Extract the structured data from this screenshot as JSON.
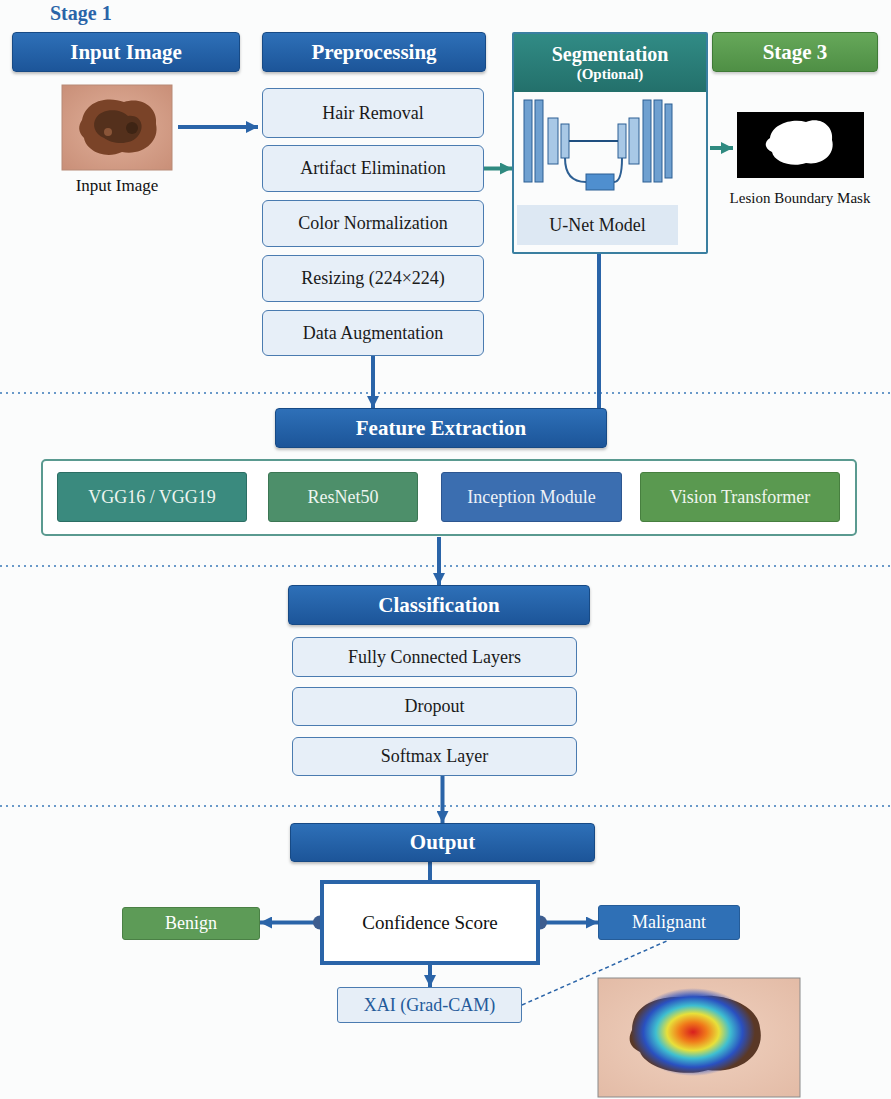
{
  "diagram": {
    "nodes": [
      {
        "text": [
          "Input Image"
        ]
      },
      {
        "text": [
          "Preprocessing"
        ]
      },
      {
        "text": [
          "Segmentation",
          "(Optional)"
        ]
      },
      {
        "text": [
          "U-Net Model"
        ],
        "in": 2
      },
      {
        "text": [
          "Stage 3"
        ]
      },
      {
        "text": [
          "Hair Removal"
        ]
      },
      {
        "text": [
          "Artifact Elimination"
        ]
      },
      {
        "text": [
          "Color Normalization"
        ]
      },
      {
        "text": [
          "Resizing (224×224)"
        ]
      },
      {
        "text": [
          "Data Augmentation"
        ]
      },
      {
        "text": [
          "Feature Extraction"
        ]
      },
      {
        "text": [
          "VGG16 / VGG19"
        ]
      },
      {
        "text": [
          "ResNet50"
        ]
      },
      {
        "text": [
          "Inception Module"
        ]
      },
      {
        "text": [
          "Vision Transformer"
        ]
      },
      {
        "text": [
          "Classification"
        ]
      },
      {
        "text": [
          "Fully Connected Layers"
        ]
      },
      {
        "text": [
          "Dropout"
        ]
      },
      {
        "text": [
          "Softmax Layer"
        ]
      },
      {
        "text": [
          "Output"
        ]
      },
      {
        "text": [
          "Confidence Score"
        ]
      },
      {
        "text": [
          "Benign"
        ]
      },
      {
        "text": [
          "Malignant"
        ]
      },
      {
        "text": [
          "XAI (Grad-CAM)"
        ]
      }
    ],
    "edges": [
      {
        "from": 6,
        "to": 2,
        "arrow": "to"
      },
      {
        "from": 9,
        "to": 10,
        "arrow": "to"
      },
      {
        "from": 2,
        "to": 10,
        "arrow": "none"
      },
      {
        "from": 10,
        "to": 15,
        "arrow": "to"
      },
      {
        "from": 18,
        "to": 19,
        "arrow": "to"
      },
      {
        "from": 19,
        "to": 20,
        "arrow": "none"
      },
      {
        "from": 20,
        "to": 21,
        "arrow": "to"
      },
      {
        "from": 20,
        "to": 22,
        "arrow": "to"
      },
      {
        "from": 20,
        "to": 23,
        "arrow": "to"
      },
      {
        "from": 23,
        "to": 22,
        "arrow": "none"
      }
    ],
    "labels": [
      "Stage 1",
      "Input Image",
      "Lesion Boundary Mask"
    ]
  }
}
